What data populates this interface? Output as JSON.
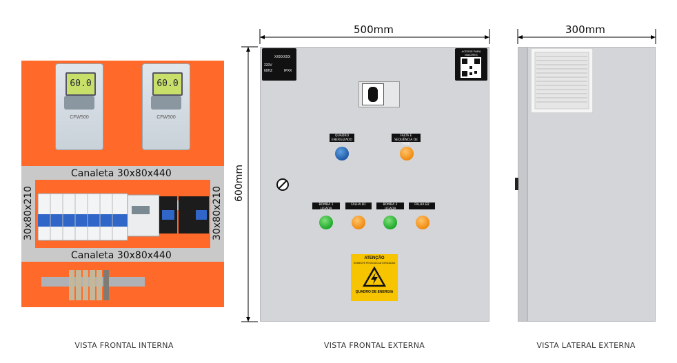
{
  "front_internal": {
    "canaleta_top": "Canaleta 30x80x440",
    "canaleta_bottom": "Canaleta 30x80x440",
    "side_left": "30x80x210",
    "side_right": "30x80x210",
    "vfd_display": "60.0",
    "vfd_brand": "CFW500",
    "caption": "VISTA FRONTAL INTERNA"
  },
  "front_external": {
    "width_label": "500mm",
    "height_label": "600mm",
    "qr_caption": "ACESSE PARA MAIORES INFORMAÇÕES",
    "plate_code": "XXXXXXX",
    "plate_voltage": "220V",
    "plate_freq": "60HZ",
    "plate_ip": "IPXX",
    "lamp_labels": {
      "energized": "QUADRO ENERGIZADO",
      "phase_fault": "FALTA E SEQUÊNCIA DE FASE",
      "pump1_on": "BOMBA 1 LIGADA",
      "fault1": "FALHA B1",
      "pump2_on": "BOMBA 2 LIGADA",
      "fault2": "FALHA B2"
    },
    "warning": {
      "title": "ATENÇÃO",
      "subtitle": "SOMENTE PESSOAS AUTORIZADAS",
      "footer": "QUADRO DE ENERGIA"
    },
    "caption": "VISTA FRONTAL EXTERNA"
  },
  "side_external": {
    "width_label": "300mm",
    "caption": "VISTA LATERAL EXTERNA"
  },
  "colors": {
    "orange_bg": "#ff6a2a",
    "panel_gray": "#d3d5d8",
    "warning_yellow": "#f7c400"
  }
}
